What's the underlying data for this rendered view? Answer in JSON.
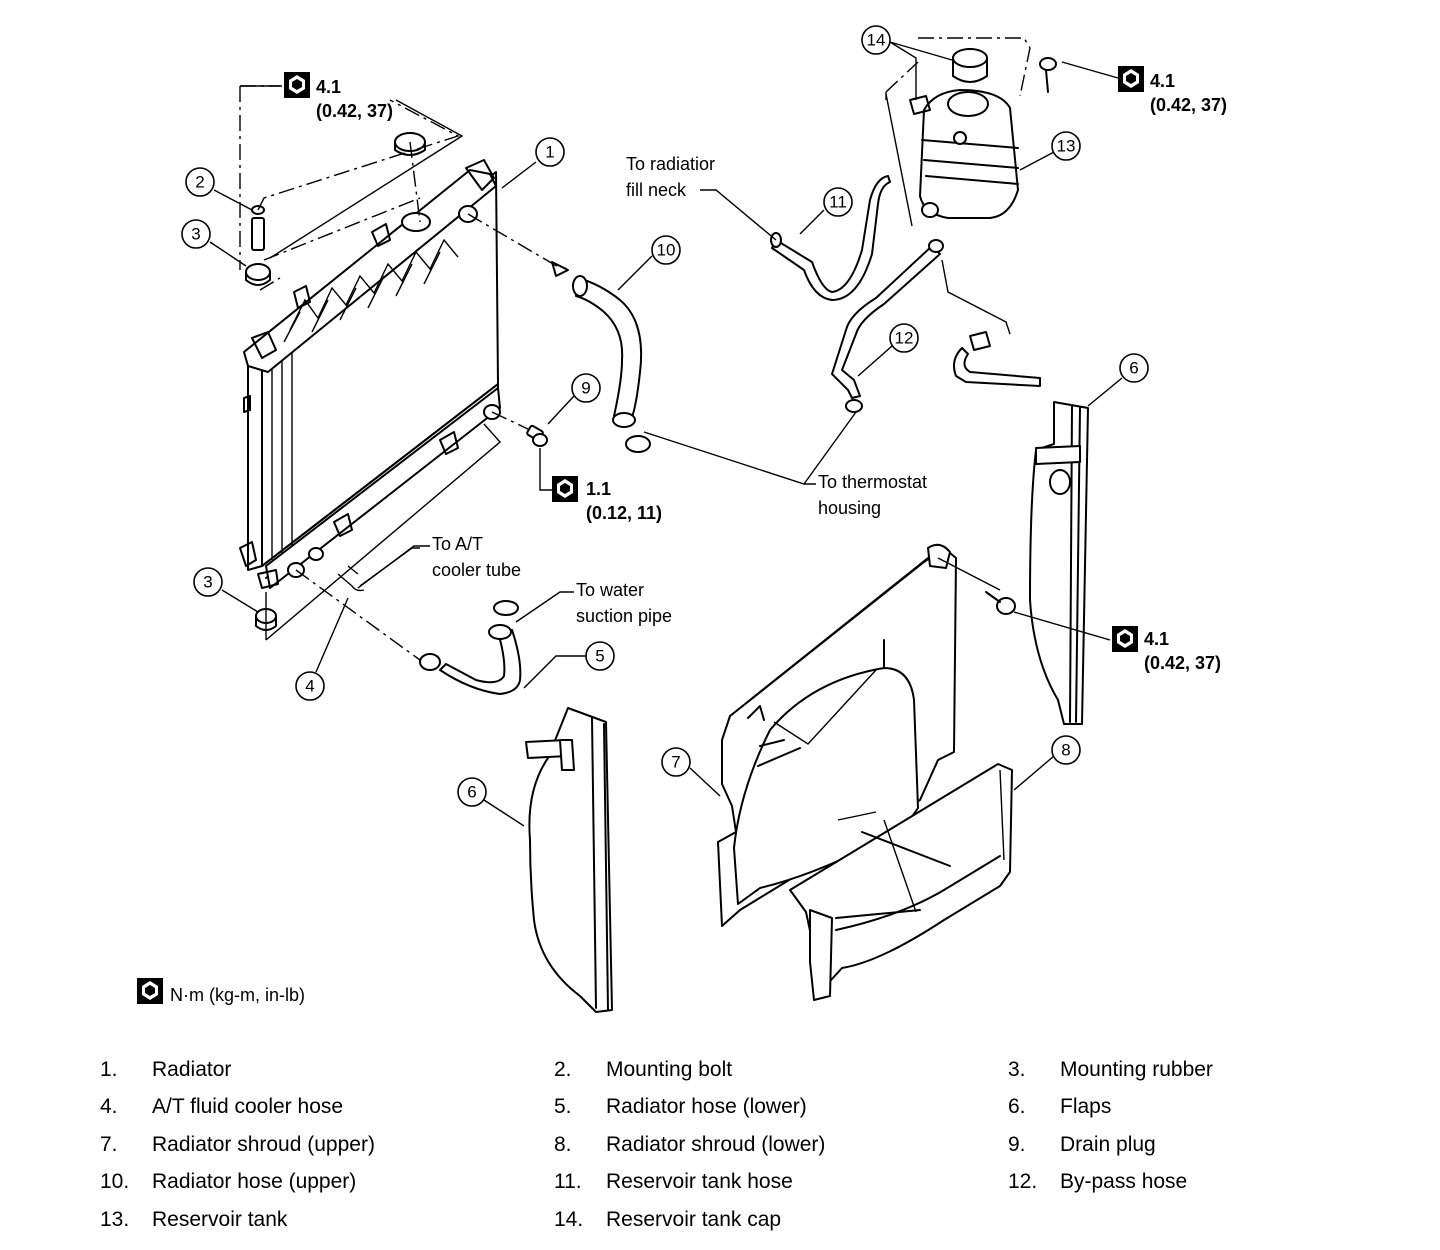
{
  "callouts": {
    "c1": "1",
    "c2": "2",
    "c3a": "3",
    "c3b": "3",
    "c4": "4",
    "c5": "5",
    "c6a": "6",
    "c6b": "6",
    "c7": "7",
    "c8": "8",
    "c9": "9",
    "c10": "10",
    "c11": "11",
    "c12": "12",
    "c13": "13",
    "c14": "14"
  },
  "torque_specs": {
    "t1": {
      "value": "4.1",
      "detail": "(0.42, 37)"
    },
    "t2": {
      "value": "4.1",
      "detail": "(0.42, 37)"
    },
    "t3": {
      "value": "1.1",
      "detail": "(0.12, 11)"
    },
    "t4": {
      "value": "4.1",
      "detail": "(0.42, 37)"
    }
  },
  "notes": {
    "radiator_fill_neck": [
      "To radiatior",
      "fill neck"
    ],
    "thermostat_housing": [
      "To thermostat",
      "housing"
    ],
    "at_cooler_tube": [
      "To A/T",
      "cooler tube"
    ],
    "water_suction_pipe": [
      "To water",
      "suction pipe"
    ]
  },
  "units_legend": "N·m (kg-m, in-lb)",
  "parts_legend": [
    {
      "num": "1.",
      "name": "Radiator"
    },
    {
      "num": "2.",
      "name": "Mounting bolt"
    },
    {
      "num": "3.",
      "name": "Mounting rubber"
    },
    {
      "num": "4.",
      "name": "A/T fluid cooler hose"
    },
    {
      "num": "5.",
      "name": "Radiator hose (lower)"
    },
    {
      "num": "6.",
      "name": "Flaps"
    },
    {
      "num": "7.",
      "name": "Radiator shroud (upper)"
    },
    {
      "num": "8.",
      "name": "Radiator shroud (lower)"
    },
    {
      "num": "9.",
      "name": "Drain plug"
    },
    {
      "num": "10.",
      "name": "Radiator hose (upper)"
    },
    {
      "num": "11.",
      "name": "Reservoir tank hose"
    },
    {
      "num": "12.",
      "name": "By-pass hose"
    },
    {
      "num": "13.",
      "name": "Reservoir tank"
    },
    {
      "num": "14.",
      "name": "Reservoir tank cap"
    }
  ]
}
